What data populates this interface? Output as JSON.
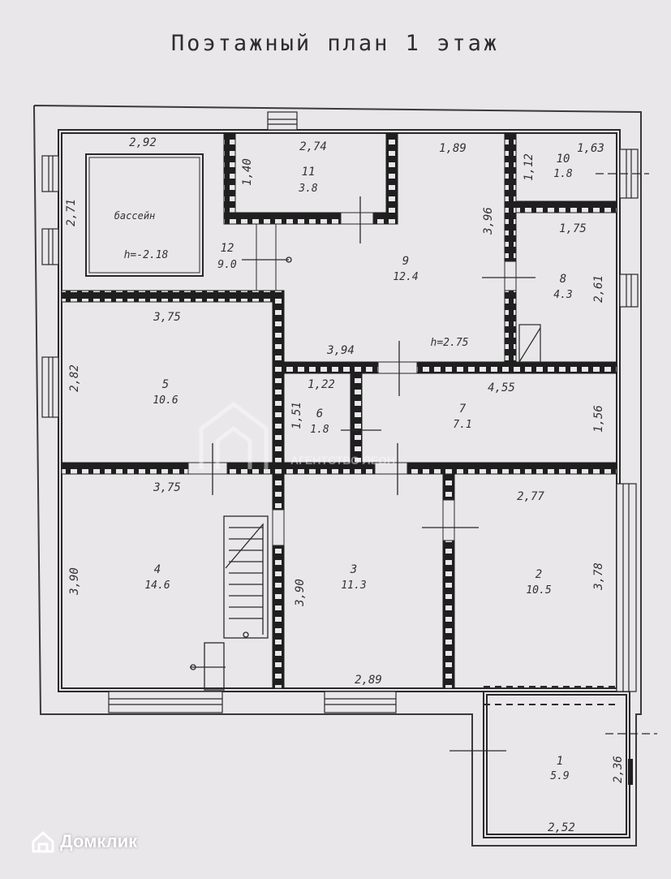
{
  "plan_title": "Поэтажный план 1 этаж",
  "rooms": [
    {
      "number": "1",
      "area": "5.9"
    },
    {
      "number": "2",
      "area": "10.5"
    },
    {
      "number": "3",
      "area": "11.3"
    },
    {
      "number": "4",
      "area": "14.6"
    },
    {
      "number": "5",
      "area": "10.6"
    },
    {
      "number": "6",
      "area": "1.8"
    },
    {
      "number": "7",
      "area": "7.1"
    },
    {
      "number": "8",
      "area": "4.3"
    },
    {
      "number": "9",
      "area": "12.4"
    },
    {
      "number": "10",
      "area": "1.8"
    },
    {
      "number": "11",
      "area": "3.8"
    },
    {
      "number": "12",
      "area": "9.0"
    }
  ],
  "pool": {
    "label": "бассейн",
    "depth": "h=-2.18"
  },
  "room9_height": "h=2.75",
  "dimensions": [
    "2,92",
    "2,74",
    "1,89",
    "1,12",
    "1,63",
    "1,40",
    "2,71",
    "3,96",
    "1,75",
    "2,61",
    "3,75",
    "3,94",
    "1,22",
    "4,55",
    "2,82",
    "1,51",
    "1,56",
    "3,75",
    "2,77",
    "3,90",
    "3,90",
    "3,78",
    "2,89",
    "2,36",
    "2,52"
  ],
  "watermark": "АГЕНТСТВО ЛЕОН",
  "brand": {
    "name": "Домклик",
    "color": "#ffffff"
  },
  "colors": {
    "wall_line": "#2a2a2a",
    "brick_fill": "#1f1f1f",
    "paper": "#e9e7e9"
  }
}
